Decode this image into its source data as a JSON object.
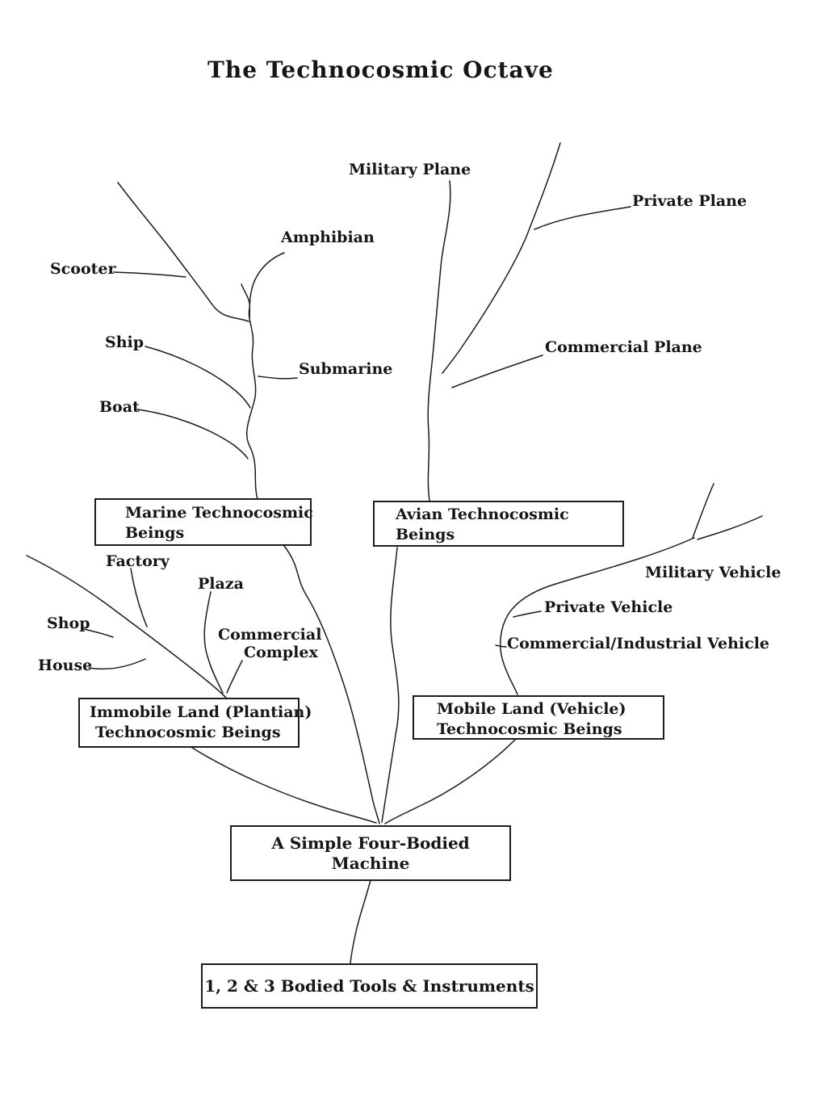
{
  "title": "The Technocosmic Octave",
  "colors": {
    "ink": "#1c1c1c",
    "background": "#ffffff"
  },
  "branches": {
    "marine": {
      "box_line1": "Marine Technocosmic",
      "box_line2": "Beings",
      "leaves": {
        "scooter": "Scooter",
        "ship": "Ship",
        "boat": "Boat",
        "amphibian": "Amphibian",
        "submarine": "Submarine"
      }
    },
    "avian": {
      "box_line1": "Avian Technocosmic",
      "box_line2": "Beings",
      "leaves": {
        "military_plane": "Military Plane",
        "private_plane": "Private Plane",
        "commercial_plane": "Commercial Plane"
      }
    },
    "immobile_land": {
      "box_line1": "Immobile Land (Plantian)",
      "box_line2": "Technocosmic Beings",
      "leaves": {
        "factory": "Factory",
        "plaza": "Plaza",
        "shop": "Shop",
        "house": "House",
        "commercial_complex_line1": "Commercial",
        "commercial_complex_line2": "Complex"
      }
    },
    "mobile_land": {
      "box_line1": "Mobile Land (Vehicle)",
      "box_line2": "Technocosmic Beings",
      "leaves": {
        "military_vehicle": "Military Vehicle",
        "private_vehicle": "Private Vehicle",
        "commercial_industrial_vehicle": "Commercial/Industrial Vehicle"
      }
    },
    "machine": {
      "box": "A Simple Four-Bodied Machine"
    },
    "tools": {
      "box": "1, 2 & 3 Bodied Tools & Instruments"
    }
  }
}
